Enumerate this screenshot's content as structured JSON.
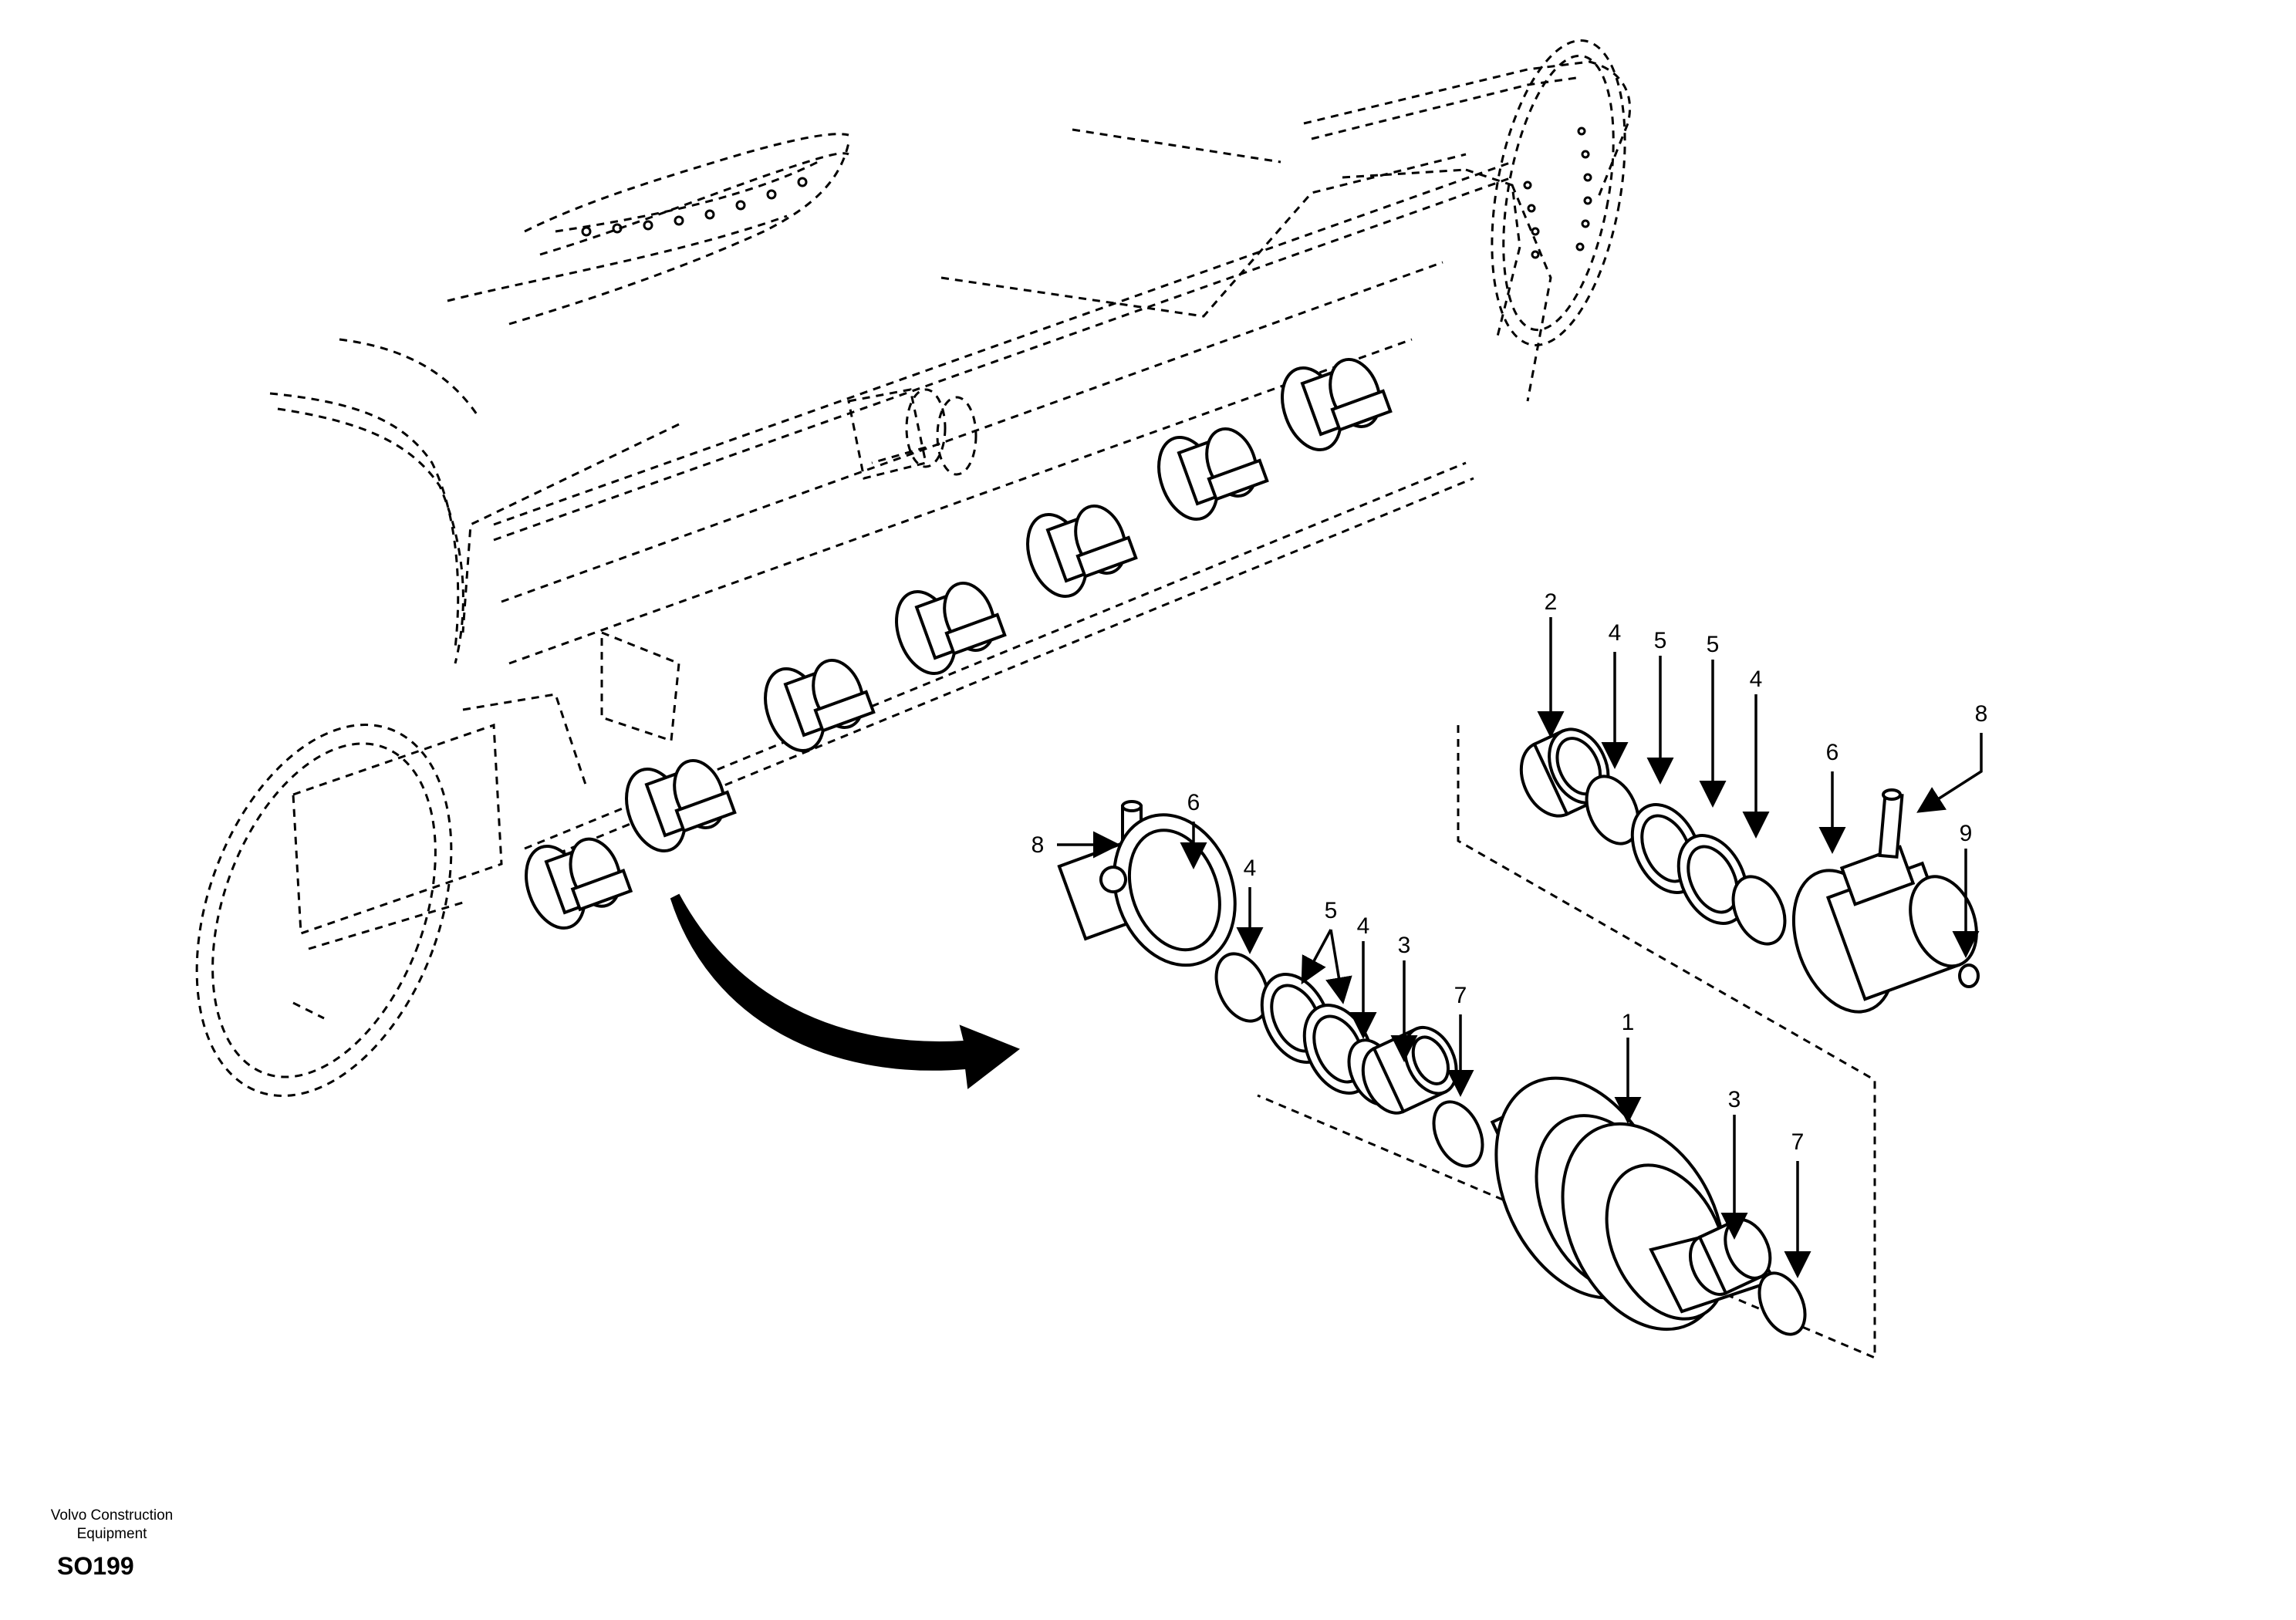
{
  "brand": {
    "line1": "Volvo Construction",
    "line2": "Equipment"
  },
  "figure_id": "SO199",
  "callouts": [
    {
      "id": "c2",
      "text": "2"
    },
    {
      "id": "c4a",
      "text": "4"
    },
    {
      "id": "c5a",
      "text": "5"
    },
    {
      "id": "c5b",
      "text": "5"
    },
    {
      "id": "c4b",
      "text": "4"
    },
    {
      "id": "c6a",
      "text": "6"
    },
    {
      "id": "c8a",
      "text": "8"
    },
    {
      "id": "c9",
      "text": "9"
    },
    {
      "id": "c8b",
      "text": "8"
    },
    {
      "id": "c6b",
      "text": "6"
    },
    {
      "id": "c4c",
      "text": "4"
    },
    {
      "id": "c5c",
      "text": "5"
    },
    {
      "id": "c4d",
      "text": "4"
    },
    {
      "id": "c3a",
      "text": "3"
    },
    {
      "id": "c7a",
      "text": "7"
    },
    {
      "id": "c1",
      "text": "1"
    },
    {
      "id": "c3b",
      "text": "3"
    },
    {
      "id": "c7b",
      "text": "7"
    }
  ]
}
